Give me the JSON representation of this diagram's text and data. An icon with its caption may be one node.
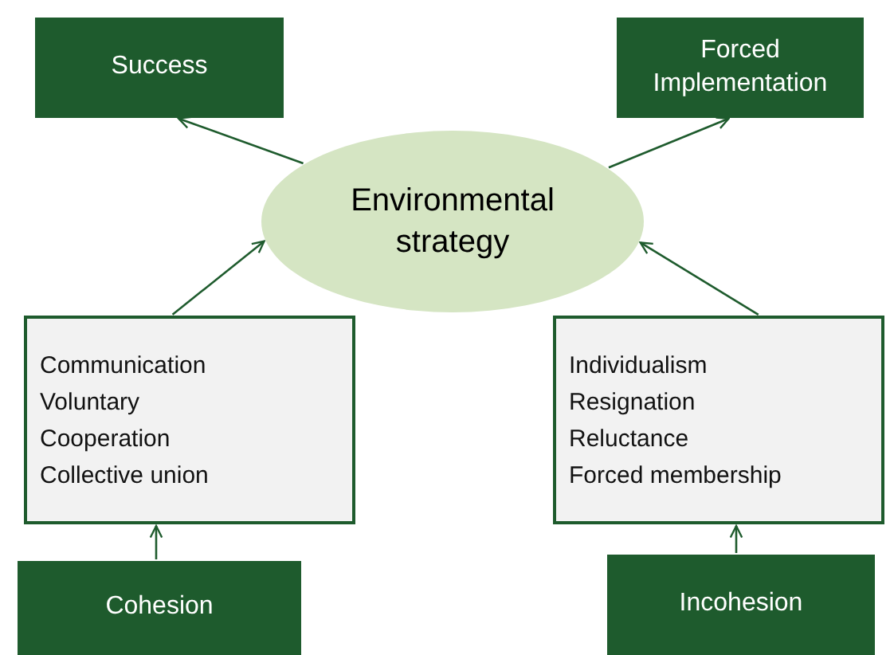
{
  "diagram": {
    "nodes": [
      {
        "text": [
          "Success"
        ]
      },
      {
        "text": [
          "Forced Implementation"
        ]
      },
      {
        "text": [
          "Environmental strategy"
        ]
      },
      {
        "text": [
          "Communication",
          "Voluntary",
          "Cooperation",
          "Collective union"
        ]
      },
      {
        "text": [
          "Individualism",
          "Resignation",
          "Reluctance",
          "Forced membership"
        ]
      },
      {
        "text": [
          "Cohesion"
        ]
      },
      {
        "text": [
          "Incohesion"
        ]
      }
    ],
    "edges": [
      {
        "from": 2,
        "to": 0,
        "arrow": "to"
      },
      {
        "from": 2,
        "to": 1,
        "arrow": "to"
      },
      {
        "from": 3,
        "to": 2,
        "arrow": "to"
      },
      {
        "from": 4,
        "to": 2,
        "arrow": "to"
      },
      {
        "from": 5,
        "to": 3,
        "arrow": "to"
      },
      {
        "from": 6,
        "to": 4,
        "arrow": "to"
      }
    ]
  }
}
